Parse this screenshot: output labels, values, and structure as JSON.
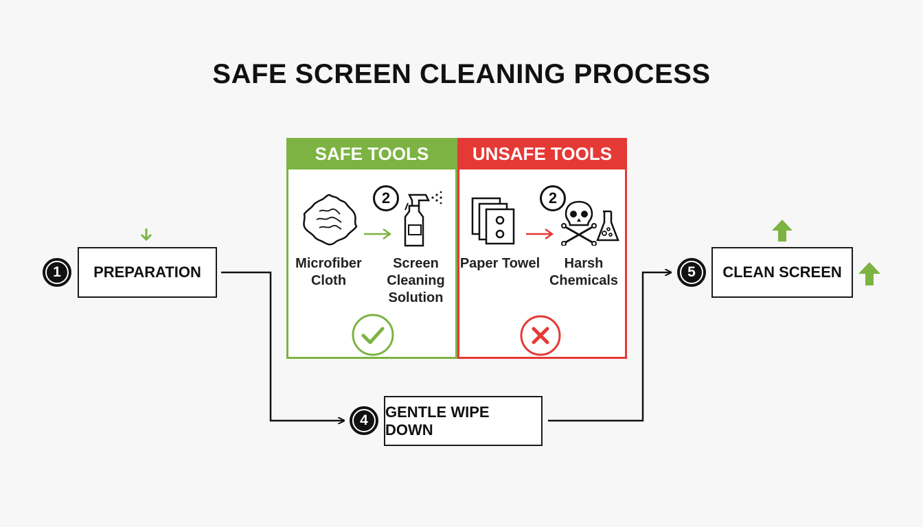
{
  "title": "SAFE SCREEN CLEANING PROCESS",
  "colors": {
    "safe": "#7cb342",
    "unsafe": "#e53935",
    "ink": "#111111"
  },
  "steps": {
    "preparation": {
      "number": "1",
      "label": "PREPARATION"
    },
    "wipe": {
      "number": "4",
      "label": "GENTLE WIPE DOWN"
    },
    "clean": {
      "number": "5",
      "label": "CLEAN SCREEN"
    }
  },
  "safe_panel": {
    "header": "SAFE TOOLS",
    "step_number": "2",
    "tool_a": {
      "line1": "Microfiber",
      "line2": "Cloth",
      "icon": "cloth-icon"
    },
    "tool_b": {
      "line1": "Screen",
      "line2": "Cleaning",
      "line3": "Solution",
      "icon": "spray-bottle-icon"
    },
    "status_icon": "checkmark-icon"
  },
  "unsafe_panel": {
    "header": "UNSAFE TOOLS",
    "step_number": "2",
    "tool_a": {
      "line1": "Paper Towel",
      "icon": "paper-towel-icon"
    },
    "tool_b": {
      "line1": "Harsh",
      "line2": "Chemicals",
      "icon": "skull-crossbones-icon"
    },
    "status_icon": "x-mark-icon"
  }
}
